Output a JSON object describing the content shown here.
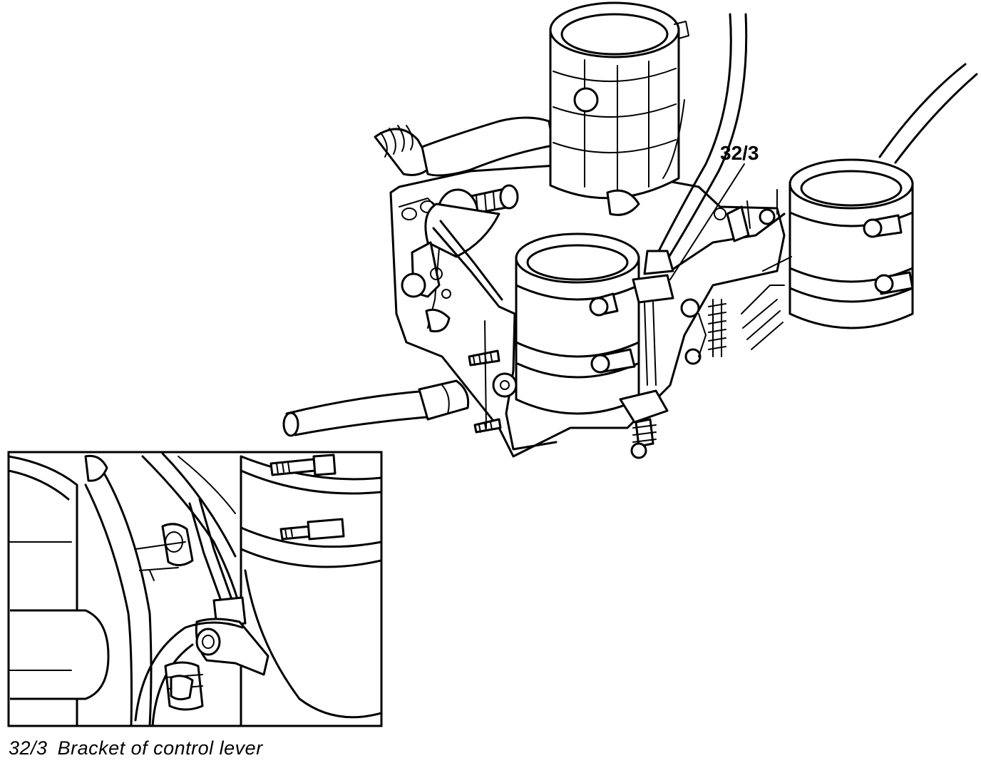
{
  "callout": {
    "label": "32/3"
  },
  "caption": {
    "number": "32/3",
    "text": "Bracket of control lever"
  },
  "colors": {
    "ink": "#000000",
    "paper": "#ffffff"
  }
}
